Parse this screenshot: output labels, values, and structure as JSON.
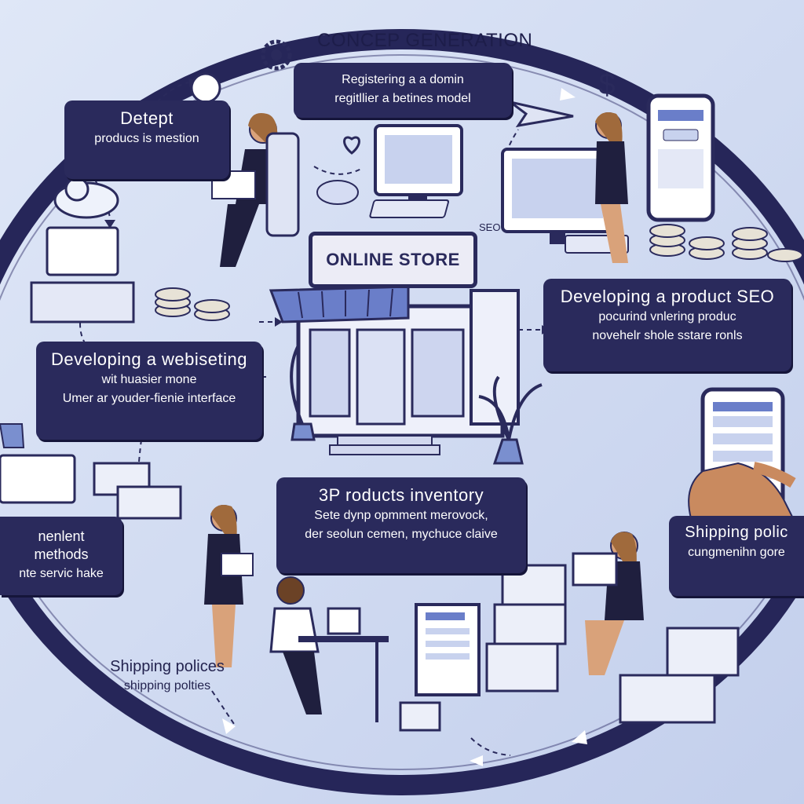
{
  "labels": {
    "concept": {
      "title": "CONCEP GENERATION",
      "line1": "Registering a a domin",
      "line2": "regitllier a betines model"
    },
    "detept": {
      "title": "Detept",
      "line1": "producs is mestion"
    },
    "seo": {
      "title": "Developing a product SEO",
      "line1": "pocurind vnlering produc",
      "line2": "novehelr shole sstare ronls"
    },
    "website": {
      "title": "Developing a webiseting",
      "line1": "wit huasier mone",
      "line2": "Umer ar youder-fienie interface"
    },
    "payment": {
      "line1": "nenlent methods",
      "line2": "nte servic hake"
    },
    "inventory": {
      "title": "3P roducts   inventory",
      "line1": "Sete dynp opmment merovock,",
      "line2": "der seolun cemen, mychuce claive"
    },
    "shipping_right": {
      "title": "Shipping polic",
      "line1": "cungmenihn gore"
    },
    "shipping_left": {
      "title": "Shipping polices",
      "line1": "shipping polties"
    }
  },
  "store": {
    "sign": "ONLINE STORE",
    "tag": "SEO"
  },
  "colors": {
    "navy": "#2a2a5c",
    "ring": "#262659",
    "background": "#cfd9f0",
    "accent": "#6a7ec9",
    "skin": "#d9a27a"
  },
  "icons": [
    "lightbulb-icon",
    "gear-icon",
    "airplane-icon",
    "dollar-icon",
    "cloud-icon",
    "heart-icon",
    "coin-stack-icon",
    "laptop-icon",
    "smartphone-icon",
    "box-icon",
    "plant-icon"
  ]
}
